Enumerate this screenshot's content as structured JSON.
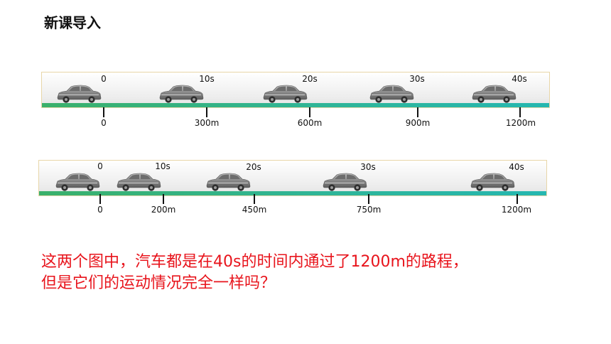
{
  "title": "新课导入",
  "question": {
    "line1": "这两个图中，汽车都是在40s的时间内通过了1200m的路程，",
    "line2": "但是它们的运动情况完全一样吗？"
  },
  "colors": {
    "question": "#e8141c",
    "road": "#2fb597",
    "car": "#8a8a8a"
  },
  "diagram1": {
    "times": [
      "0",
      "10s",
      "20s",
      "30s",
      "40s"
    ],
    "distances": [
      "0",
      "300m",
      "600m",
      "900m",
      "1200m"
    ]
  },
  "diagram2": {
    "times": [
      "0",
      "10s",
      "20s",
      "30s",
      "40s"
    ],
    "distances": [
      "0",
      "200m",
      "450m",
      "750m",
      "1200m"
    ]
  }
}
